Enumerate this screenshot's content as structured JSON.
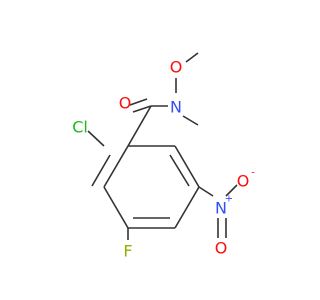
{
  "molecule": {
    "atoms": {
      "carbonyl_oxygen": {
        "label": "O",
        "color": "#ff0d0d"
      },
      "amide_nitrogen": {
        "label": "N",
        "color": "#3050f8"
      },
      "methoxy_oxygen": {
        "label": "O",
        "color": "#ff0d0d"
      },
      "chlorine": {
        "label": "Cl",
        "color": "#1fb81f"
      },
      "fluorine": {
        "label": "F",
        "color": "#90b000"
      },
      "nitro_nitrogen": {
        "label": "N",
        "color": "#3050f8"
      },
      "nitro_oxygen_top": {
        "label": "O",
        "color": "#ff0d0d"
      },
      "nitro_oxygen_bottom": {
        "label": "O",
        "color": "#ff0d0d"
      }
    },
    "charges": {
      "nitro_nitrogen_charge": "+",
      "nitro_oxygen_charge": "-"
    },
    "bond_color": "#333333"
  }
}
